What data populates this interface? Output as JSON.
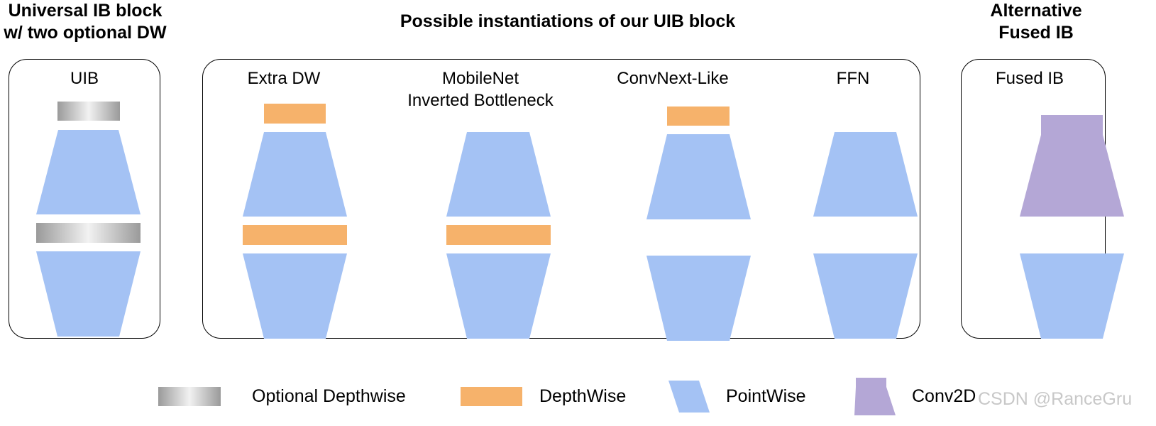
{
  "colors": {
    "depthwise": "#F6B26B",
    "pointwise": "#A4C2F4",
    "conv2d": "#B4A7D6",
    "optional_dw_edge": "#9a9a9a",
    "optional_dw_center": "#f2f2f2"
  },
  "headers": {
    "uib_line1": "Universal IB block",
    "uib_line2": "w/ two optional DW",
    "instantiations": "Possible instantiations of our UIB block",
    "alt_line1": "Alternative",
    "alt_line2": "Fused IB"
  },
  "blocks": {
    "uib": {
      "title": "UIB"
    },
    "extra_dw": {
      "title": "Extra DW"
    },
    "mobilenet": {
      "title_line1": "MobileNet",
      "title_line2": "Inverted Bottleneck"
    },
    "convnext": {
      "title": "ConvNext-Like"
    },
    "ffn": {
      "title": "FFN"
    },
    "fused_ib": {
      "title": "Fused IB"
    }
  },
  "legend": {
    "optional_depthwise": "Optional Depthwise",
    "depthwise": "DepthWise",
    "pointwise": "PointWise",
    "conv2d": "Conv2D"
  },
  "watermark": "CSDN @RanceGru"
}
